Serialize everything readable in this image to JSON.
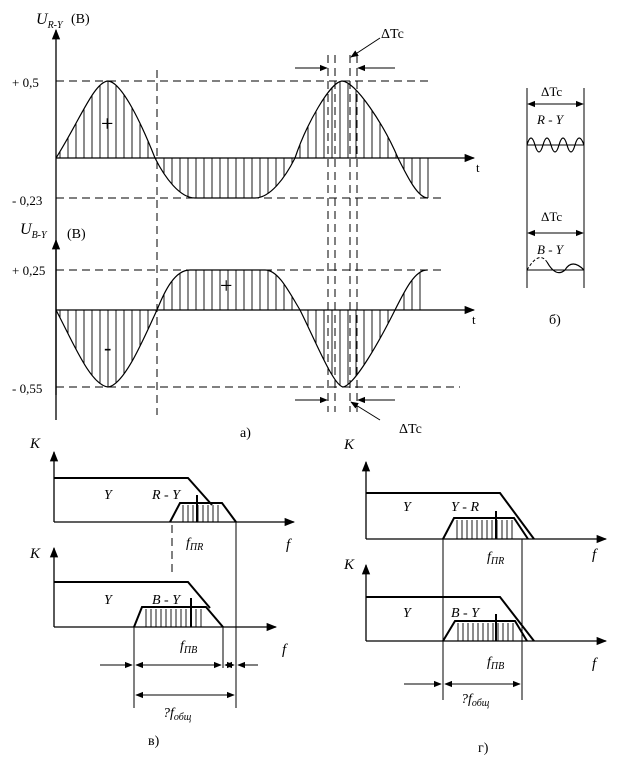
{
  "colors": {
    "ink": "#000000",
    "background": "#ffffff"
  },
  "panel_a": {
    "label": "а)",
    "top": {
      "y_label_main": "U",
      "y_label_sub": "R-Y",
      "y_unit": "(В)",
      "t_label": "t",
      "ticks": [
        "+ 0,5",
        "- 0,23"
      ],
      "sign_plus": "+",
      "delta_label": "ΔTc"
    },
    "bottom": {
      "y_label_main": "U",
      "y_label_sub": "B-Y",
      "y_unit": "(В)",
      "t_label": "t",
      "ticks": [
        "+ 0,25",
        "- 0,55"
      ],
      "sign_plus": "+",
      "sign_minus": "-",
      "delta_label": "ΔTc"
    }
  },
  "panel_b": {
    "label": "б)",
    "top": {
      "delta_label": "ΔTc",
      "signal_label": "R - Y"
    },
    "bottom": {
      "delta_label": "ΔTc",
      "signal_label": "B - Y"
    }
  },
  "panel_v": {
    "label": "в)",
    "top": {
      "k_label": "K",
      "f_label": "f",
      "y_label": "Y",
      "chroma_label": "R - Y",
      "freq_main": "f",
      "freq_sub": "ПR"
    },
    "bottom": {
      "k_label": "K",
      "f_label": "f",
      "y_label": "Y",
      "chroma_label": "B - Y",
      "freq_main": "f",
      "freq_sub": "ПB"
    },
    "delta_main": "?f",
    "delta_sub": "общ"
  },
  "panel_g": {
    "label": "г)",
    "top": {
      "k_label": "K",
      "f_label": "f",
      "y_label": "Y",
      "chroma_label": "Y - R",
      "freq_main": "f",
      "freq_sub": "ПR"
    },
    "bottom": {
      "k_label": "K",
      "f_label": "f",
      "y_label": "Y",
      "chroma_label": "B - Y",
      "freq_main": "f",
      "freq_sub": "ПB"
    },
    "delta_main": "?f",
    "delta_sub": "общ"
  }
}
